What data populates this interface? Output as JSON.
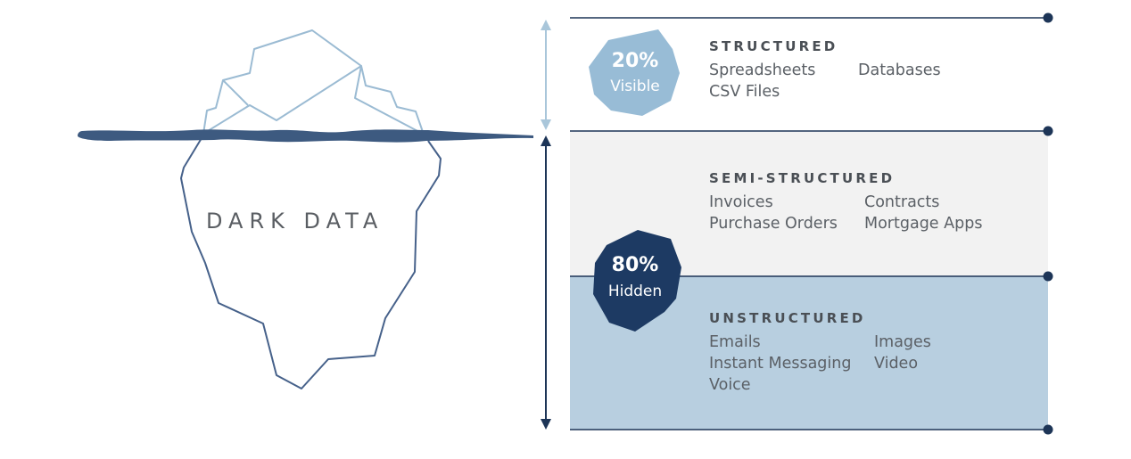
{
  "iceberg": {
    "label": "DARK DATA"
  },
  "badges": {
    "visible": {
      "percent": "20%",
      "word": "Visible"
    },
    "hidden": {
      "percent": "80%",
      "word": "Hidden"
    }
  },
  "tiers": {
    "structured": {
      "heading": "STRUCTURED",
      "items": [
        "Spreadsheets",
        "Databases",
        "CSV Files"
      ]
    },
    "semi_structured": {
      "heading": "SEMI-STRUCTURED",
      "items": [
        "Invoices",
        "Contracts",
        "Purchase Orders",
        "Mortgage Apps"
      ]
    },
    "unstructured": {
      "heading": "UNSTRUCTURED",
      "items": [
        "Emails",
        "Images",
        "Instant Messaging",
        "Video",
        "Voice"
      ]
    }
  },
  "colors": {
    "water_line": "#3d5a80",
    "iceberg_outline_top": "#9bbbd3",
    "iceberg_outline_bottom": "#46618a",
    "semi_band": "#f2f2f2",
    "unstructured_band": "#b8cfe0",
    "visible_badge": "#98bcd6",
    "hidden_badge": "#1d3a63",
    "rule_line": "#1d3557",
    "arrow_top": "#a9c6da",
    "arrow_bottom": "#1d3557"
  }
}
